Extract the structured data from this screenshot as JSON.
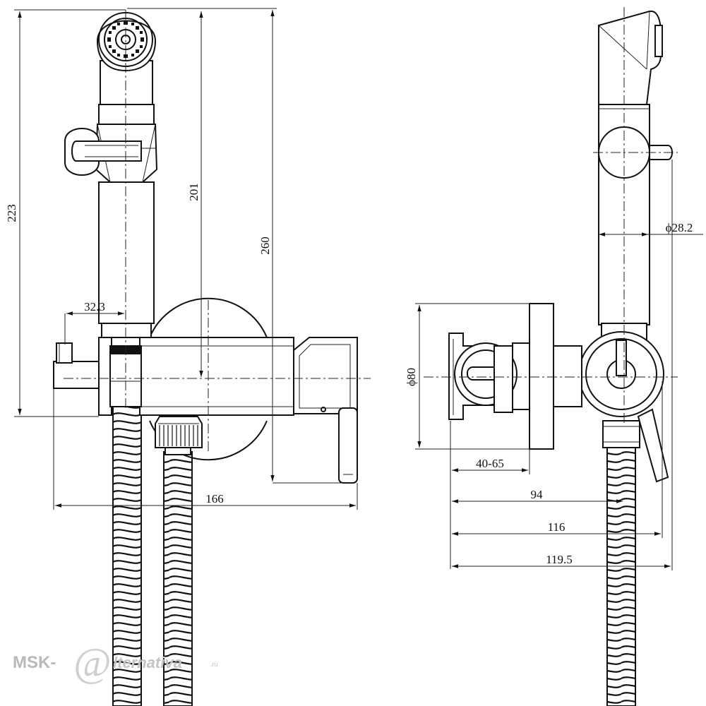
{
  "dimensions": {
    "d223": "223",
    "d201": "201",
    "d260": "260",
    "d32_3": "32.3",
    "d166": "166",
    "d28_2": "ϕ28.2",
    "d80": "ϕ80",
    "d40_65": "40-65",
    "d94": "94",
    "d116": "116",
    "d119_5": "119.5"
  },
  "watermark": {
    "prefix": "MSK-",
    "at": "@",
    "name": "lternativa",
    "tld": ".ru"
  },
  "colors": {
    "line": "#111111",
    "watermark": "#b9b9b9"
  }
}
